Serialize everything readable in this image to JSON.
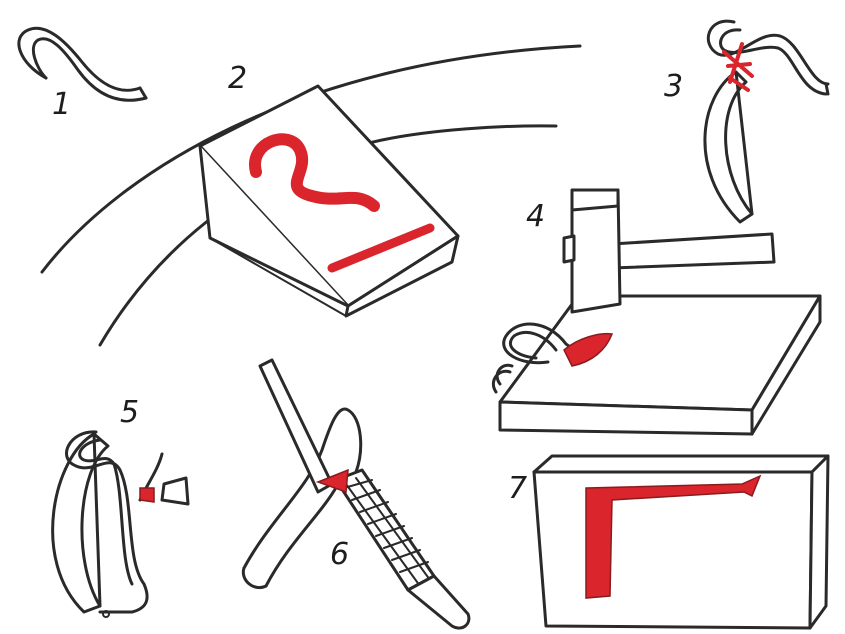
{
  "steps": [
    {
      "number": "1"
    },
    {
      "number": "2"
    },
    {
      "number": "3"
    },
    {
      "number": "4"
    },
    {
      "number": "5"
    },
    {
      "number": "6"
    },
    {
      "number": "7"
    }
  ],
  "colors": {
    "ink": "#2a2a2a",
    "accent_red": "#d9252b",
    "paper": "#ffffff"
  }
}
